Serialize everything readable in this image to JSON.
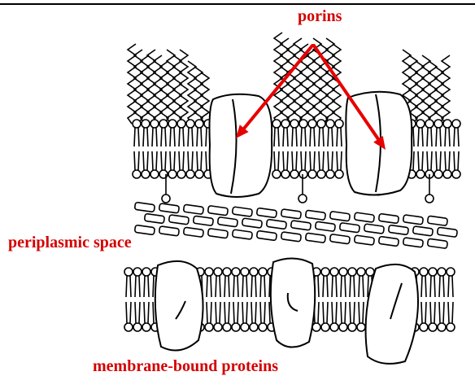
{
  "labels": {
    "porins": "porins",
    "periplasmic_space": "periplasmic space",
    "membrane_bound_proteins": "membrane-bound proteins"
  },
  "colors": {
    "label": "#d40000",
    "arrow": "#e60000",
    "ink": "#000000",
    "background": "#ffffff"
  }
}
